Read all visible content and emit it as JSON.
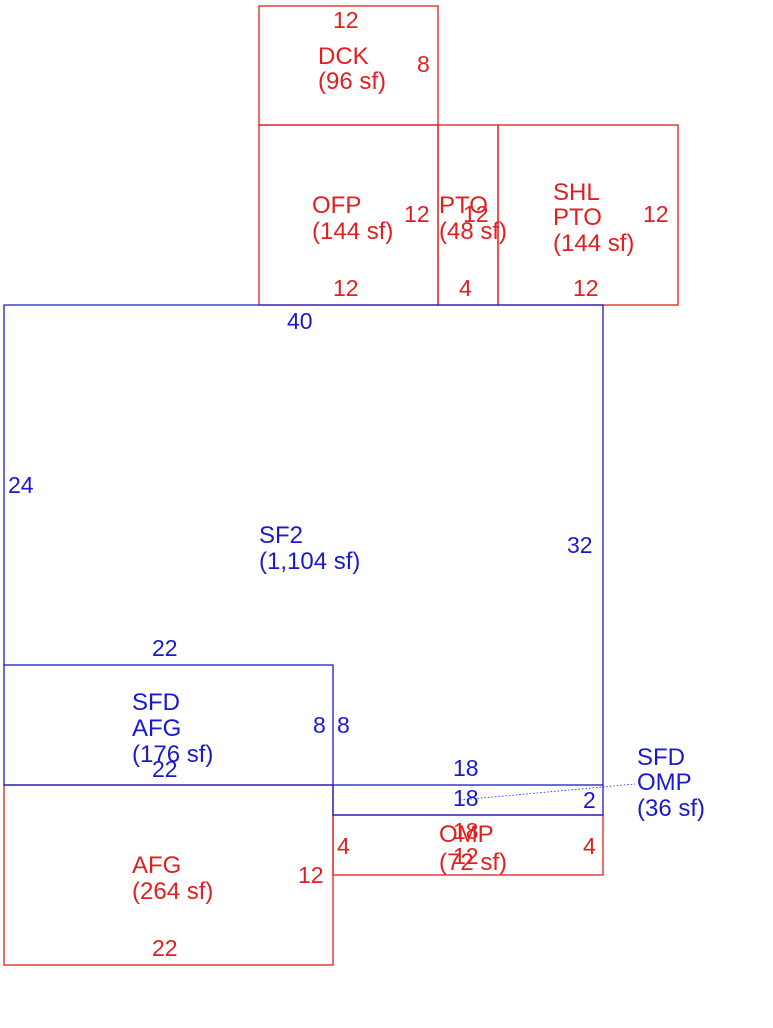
{
  "colors": {
    "red": "#e02020",
    "blue": "#1a1acc"
  },
  "areas": {
    "dck": {
      "code": "DCK",
      "area": "(96 sf)"
    },
    "ofp": {
      "code": "OFP",
      "area": "(144 sf)"
    },
    "pto": {
      "code": "PTO",
      "area": "(48 sf)"
    },
    "shl": {
      "code1": "SHL",
      "code2": "PTO",
      "area": "(144 sf)"
    },
    "sf2": {
      "code": "SF2",
      "area": "(1,104 sf)"
    },
    "sfd_afg": {
      "code1": "SFD",
      "code2": "AFG",
      "area": "(176 sf)"
    },
    "afg": {
      "code": "AFG",
      "area": "(264 sf)"
    },
    "omp": {
      "code": "OMP",
      "area": "(72 sf)"
    },
    "sfd_omp": {
      "code1": "SFD",
      "code2": "OMP",
      "area": "(36 sf)"
    }
  },
  "dims": {
    "dck_top": "12",
    "dck_right": "8",
    "ofp_right": "12",
    "ofp_bottom": "12",
    "pto_right": "12",
    "pto_bottom": "4",
    "shl_right": "12",
    "shl_bottom": "12",
    "sf2_top": "40",
    "sf2_left": "24",
    "sf2_right": "32",
    "sf2_step": "22",
    "sfd_afg_right": "8",
    "sfd_afg_bottom": "22",
    "step_right": "8",
    "sfd_omp_top": "18",
    "sfd_omp_mid": "18",
    "sfd_omp_right": "2",
    "omp_left": "4",
    "omp_top": "18",
    "omp_mid": "12",
    "omp_right": "4",
    "afg_right": "12",
    "afg_bottom": "22"
  }
}
